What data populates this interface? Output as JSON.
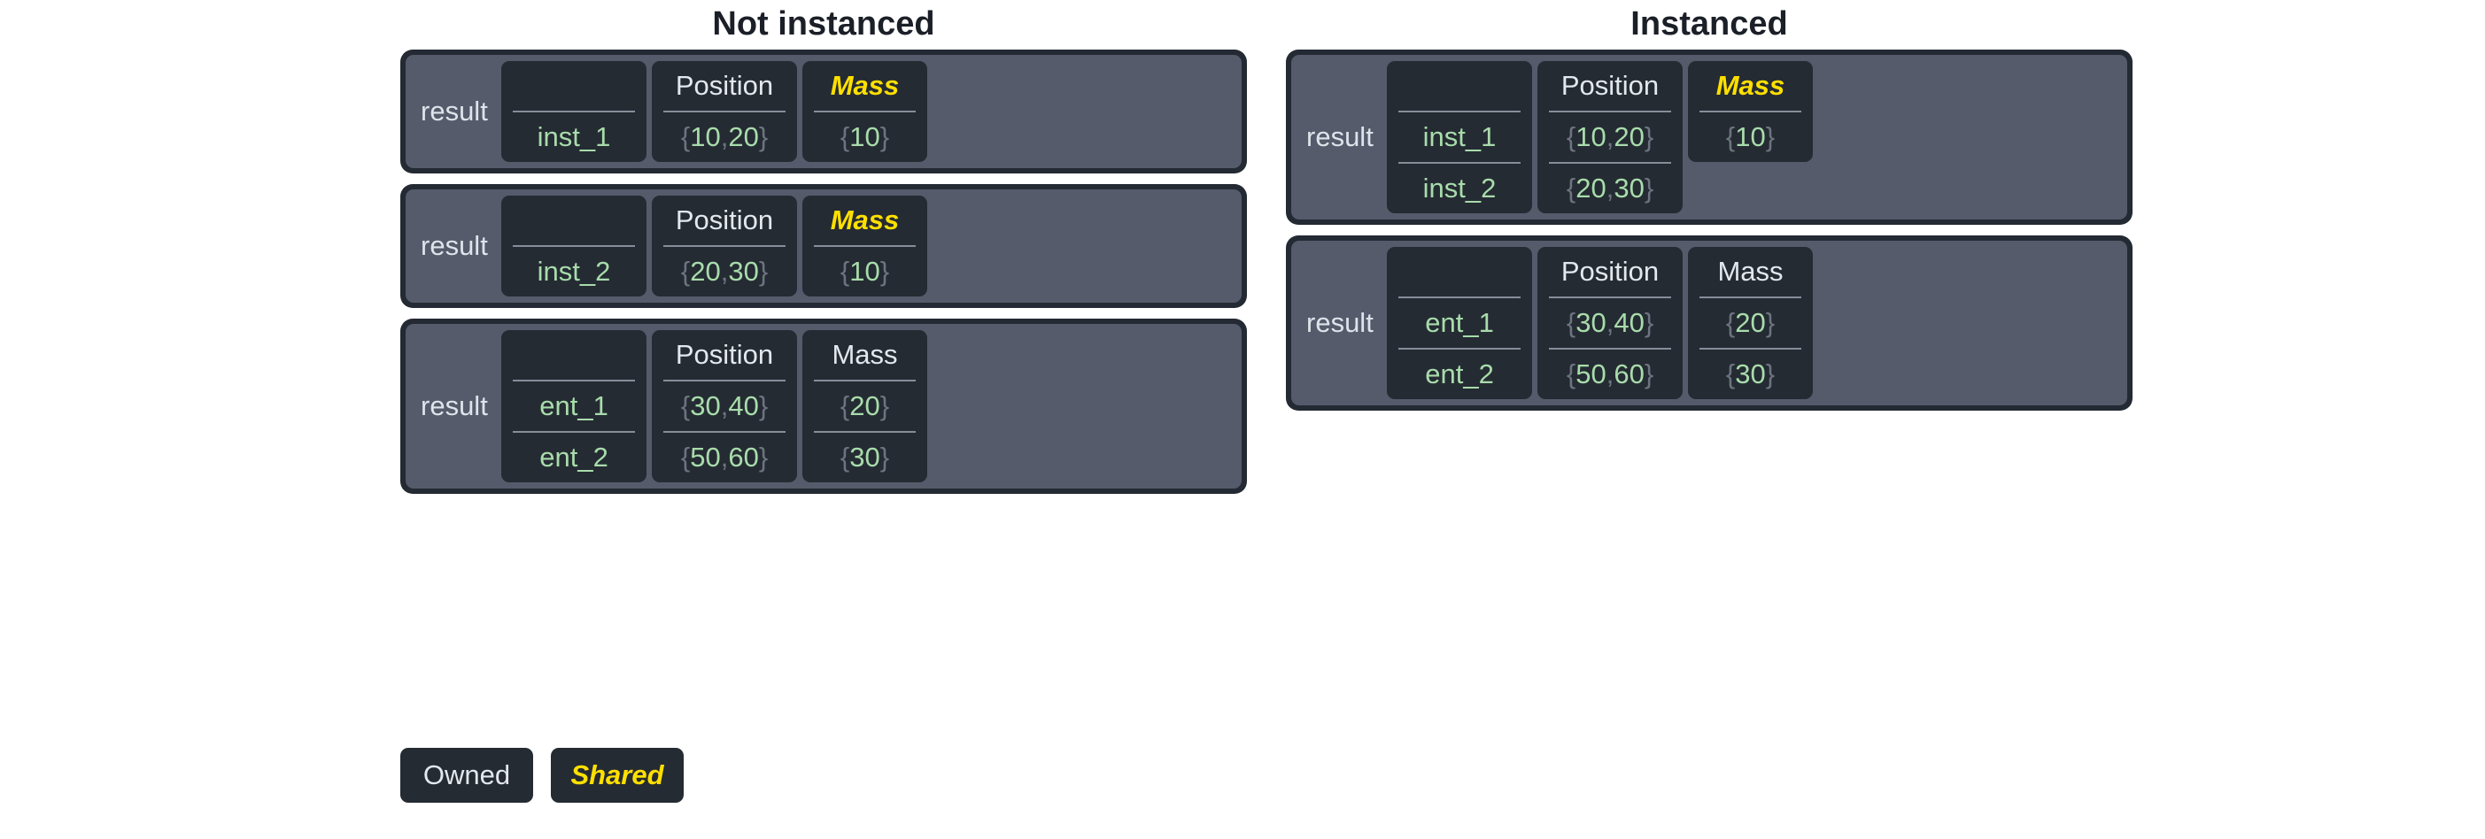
{
  "groups": [
    {
      "id": "not-instanced",
      "title": "Not instanced",
      "tables": [
        {
          "row_label": "result",
          "columns": [
            {
              "header": "",
              "shared": false,
              "width": "w-name",
              "cells": [
                "inst_1"
              ]
            },
            {
              "header": "Position",
              "shared": false,
              "width": "w-pos",
              "cells": [
                "{10, 20}"
              ]
            },
            {
              "header": "Mass",
              "shared": true,
              "width": "w-mass",
              "cells": [
                "{10}"
              ]
            }
          ]
        },
        {
          "row_label": "result",
          "columns": [
            {
              "header": "",
              "shared": false,
              "width": "w-name",
              "cells": [
                "inst_2"
              ]
            },
            {
              "header": "Position",
              "shared": false,
              "width": "w-pos",
              "cells": [
                "{20, 30}"
              ]
            },
            {
              "header": "Mass",
              "shared": true,
              "width": "w-mass",
              "cells": [
                "{10}"
              ]
            }
          ]
        },
        {
          "row_label": "result",
          "columns": [
            {
              "header": "",
              "shared": false,
              "width": "w-name",
              "cells": [
                "ent_1",
                "ent_2"
              ]
            },
            {
              "header": "Position",
              "shared": false,
              "width": "w-pos",
              "cells": [
                "{30, 40}",
                "{50, 60}"
              ]
            },
            {
              "header": "Mass",
              "shared": false,
              "width": "w-mass",
              "cells": [
                "{20}",
                "{30}"
              ]
            }
          ]
        }
      ]
    },
    {
      "id": "instanced",
      "title": "Instanced",
      "tables": [
        {
          "row_label": "result",
          "columns": [
            {
              "header": "",
              "shared": false,
              "width": "w-name",
              "cells": [
                "inst_1",
                "inst_2"
              ]
            },
            {
              "header": "Position",
              "shared": false,
              "width": "w-pos",
              "cells": [
                "{10, 20}",
                "{20, 30}"
              ]
            },
            {
              "header": "Mass",
              "shared": true,
              "width": "w-mass",
              "cells": [
                "{10}"
              ]
            }
          ]
        },
        {
          "row_label": "result",
          "columns": [
            {
              "header": "",
              "shared": false,
              "width": "w-name",
              "cells": [
                "ent_1",
                "ent_2"
              ]
            },
            {
              "header": "Position",
              "shared": false,
              "width": "w-pos",
              "cells": [
                "{30, 40}",
                "{50, 60}"
              ]
            },
            {
              "header": "Mass",
              "shared": false,
              "width": "w-mass",
              "cells": [
                "{20}",
                "{30}"
              ]
            }
          ]
        }
      ]
    }
  ],
  "legend": [
    {
      "label": "Owned",
      "shared": false
    },
    {
      "label": "Shared",
      "shared": true
    }
  ],
  "colors": {
    "background": "#ffffff",
    "frame": "#242a33",
    "panel": "#555b6b",
    "card": "#252b33",
    "owned_text": "#e3e7ee",
    "shared_text": "#ffe000",
    "value_green": "#a8dcab",
    "brace_gray": "#6d7480",
    "separator": "#878d99",
    "title_text": "#1b1f27"
  },
  "layout": {
    "group_offsets": [
      452,
      1452
    ],
    "table_vertical_starts": {
      "not-instanced": [
        72,
        290,
        512
      ],
      "instanced": [
        72,
        512
      ]
    }
  }
}
